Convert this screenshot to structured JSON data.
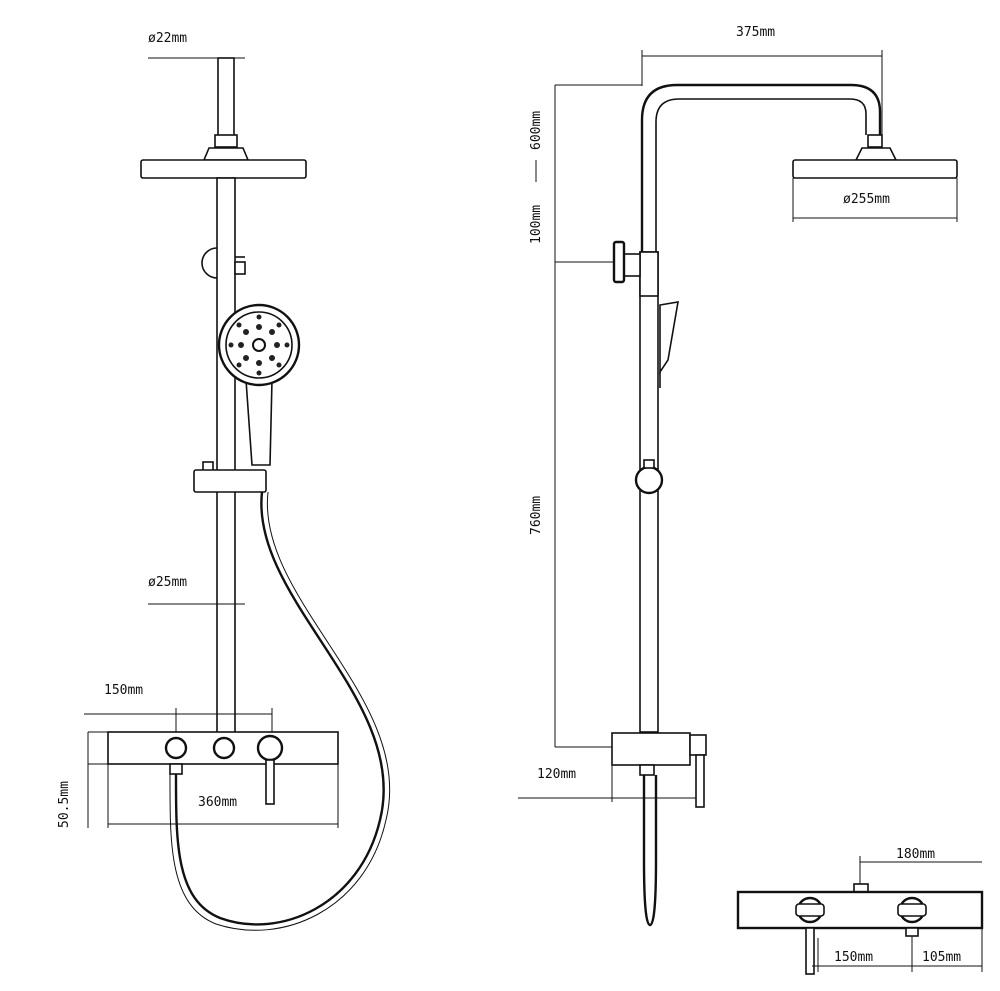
{
  "dimensions": {
    "front_pipe_top": "ø22mm",
    "front_pipe_main": "ø25mm",
    "front_mixer_inner": "150mm",
    "front_mixer_width": "360mm",
    "front_mixer_height": "50.5mm",
    "side_arm_reach": "375mm",
    "side_head_diameter": "ø255mm",
    "side_height_range": "600mm",
    "side_height_range_low": "100mm",
    "side_column_height": "760mm",
    "side_mixer_depth": "120mm",
    "detail_outlet_offset": "180mm",
    "detail_centres": "150mm",
    "detail_end_offset": "105mm"
  }
}
